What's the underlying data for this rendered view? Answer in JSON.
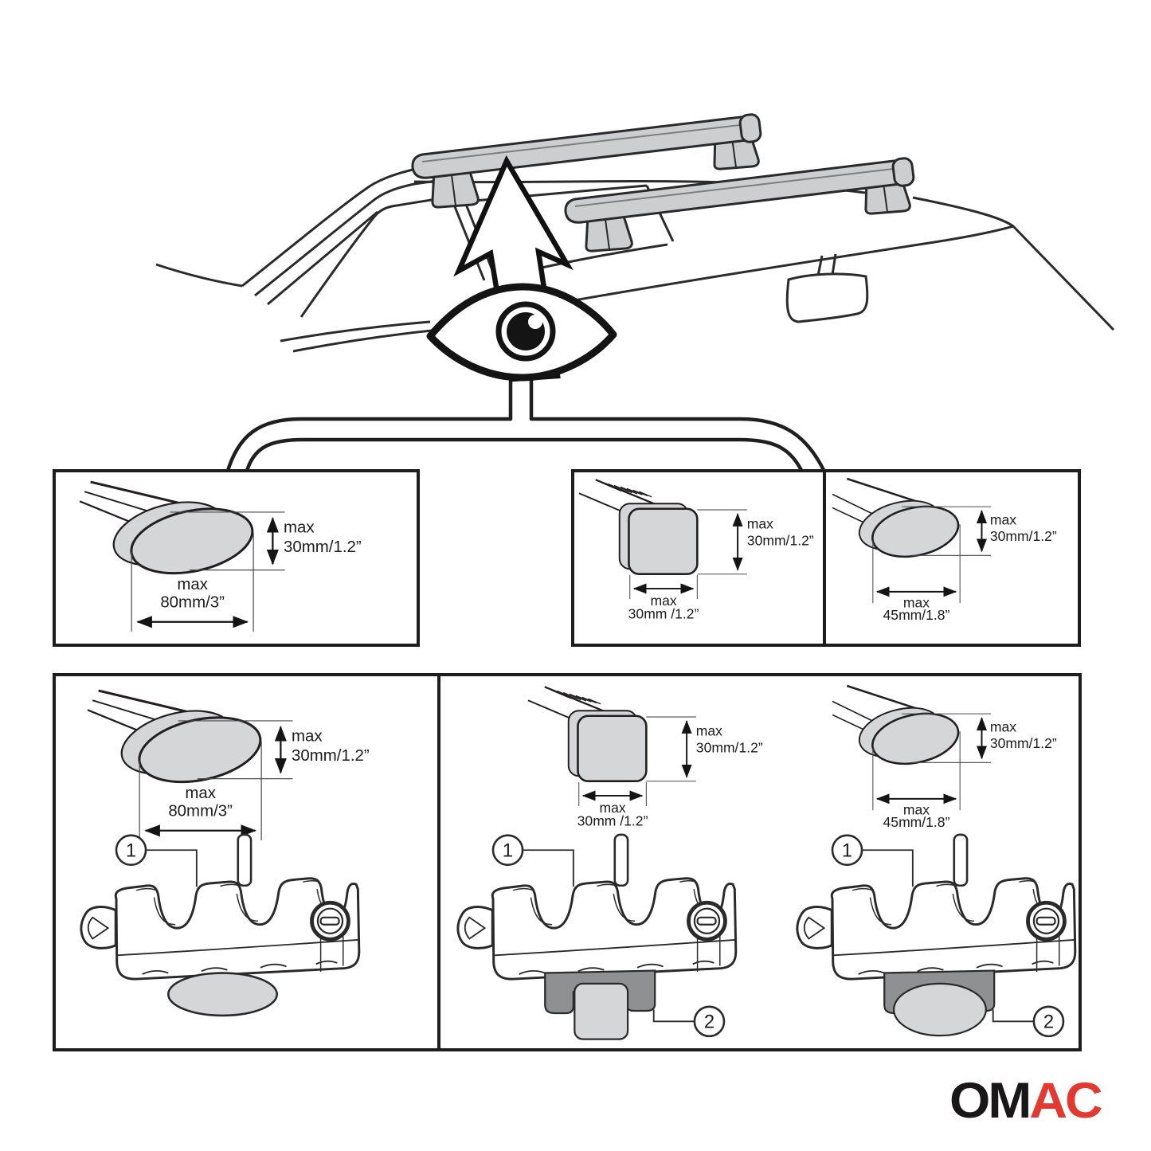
{
  "colors": {
    "line": "#231f20",
    "bar_gray": "#cdced0",
    "fill_gray": "#d5d6d7",
    "adapter_gray": "#8f9092",
    "logo_black": "#1a1718",
    "logo_red": "#e23a31"
  },
  "icons": {
    "eye": "eye-icon",
    "arrow": "up-arrow-icon"
  },
  "top_panels": [
    {
      "name": "wide-oval-bar",
      "height_label": "max",
      "height_value": "30mm/1.2”",
      "width_label": "max",
      "width_value": "80mm/3”"
    },
    {
      "name": "square-bar",
      "height_label": "max",
      "height_value": "30mm/1.2”",
      "width_label": "max",
      "width_value": "30mm /1.2”"
    },
    {
      "name": "small-oval-bar",
      "height_label": "max",
      "height_value": "30mm/1.2”",
      "width_label": "max",
      "width_value": "45mm/1.8”"
    }
  ],
  "bottom_panels": [
    {
      "name": "wide-oval-bar",
      "height_label": "max",
      "height_value": "30mm/1.2”",
      "width_label": "max",
      "width_value": "80mm/3”",
      "callout_1": "1"
    },
    {
      "name": "square-bar",
      "height_label": "max",
      "height_value": "30mm/1.2”",
      "width_label": "max",
      "width_value": "30mm /1.2”",
      "callout_1": "1",
      "callout_2": "2"
    },
    {
      "name": "small-oval-bar",
      "height_label": "max",
      "height_value": "30mm/1.2”",
      "width_label": "max",
      "width_value": "45mm/1.8”",
      "callout_1": "1",
      "callout_2": "2"
    }
  ],
  "brand": {
    "logo_part_black": "OM",
    "logo_part_red": "AC"
  }
}
